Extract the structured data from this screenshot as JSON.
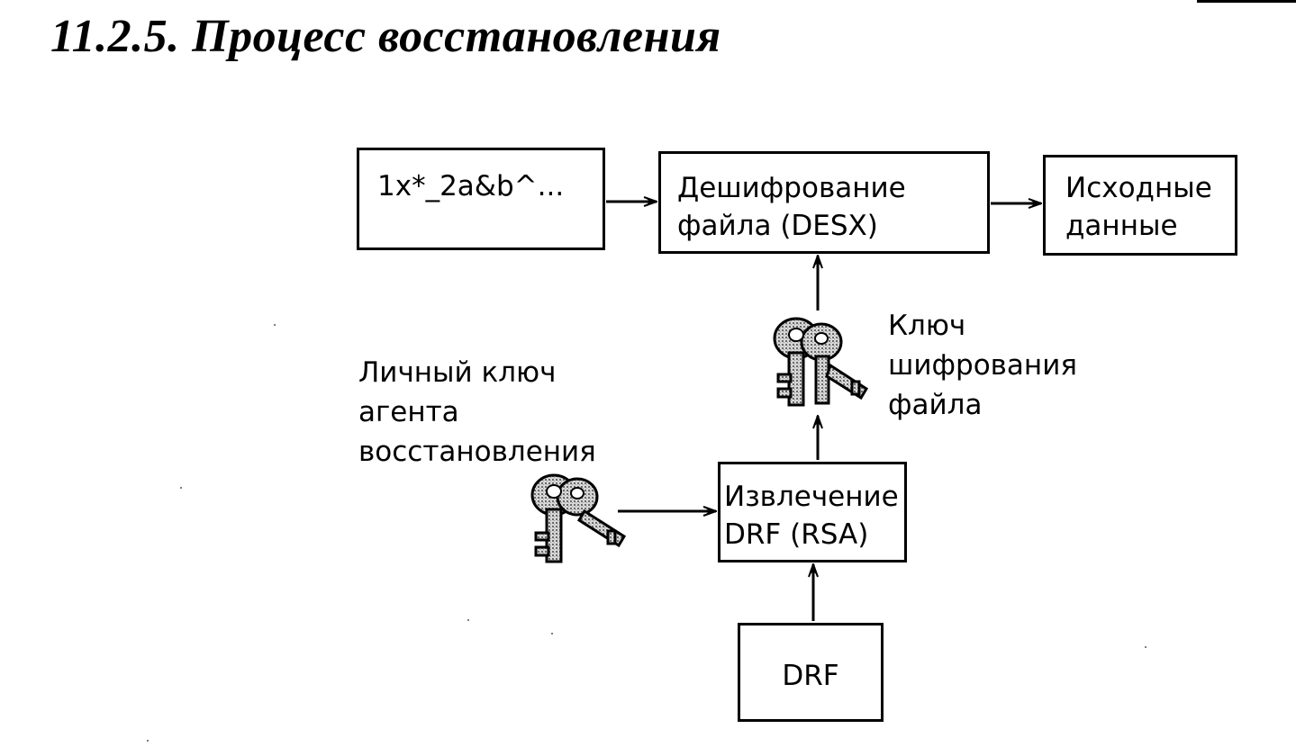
{
  "heading": "11.2.5. Процесс восстановления",
  "boxes": {
    "ciphertext": "1x*_2a&b^...",
    "decrypt": "Дешифрование\nфайла (DESX)",
    "output": "Исходные\nданные",
    "extract": "Извлечение\nDRF (RSA)",
    "drf": "DRF"
  },
  "labels": {
    "file_key": "Ключ\nшифрования\nфайла",
    "agent_key": "Личный ключ\nагента\nвосстановления"
  },
  "icons": [
    "file-encryption-key-icon",
    "recovery-agent-private-key-icon"
  ]
}
